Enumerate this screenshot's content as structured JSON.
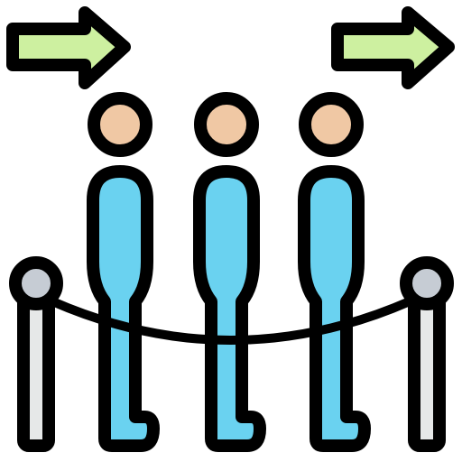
{
  "icon": {
    "name": "queue-line-icon",
    "colors": {
      "outline": "#000000",
      "arrow_fill": "#cdf0a0",
      "head_fill": "#f0c8a4",
      "body_fill": "#6ad2f0",
      "post_fill": "#e6e8e8",
      "post_cap_fill": "#c6ccd4",
      "background": "#ffffff"
    },
    "arrows": [
      {
        "name": "arrow-right-icon",
        "direction": "right"
      },
      {
        "name": "arrow-right-icon",
        "direction": "right"
      }
    ],
    "people": [
      {
        "name": "person-figure"
      },
      {
        "name": "person-figure"
      },
      {
        "name": "person-figure"
      }
    ],
    "stanchions": [
      {
        "name": "stanchion-post"
      },
      {
        "name": "stanchion-post"
      }
    ],
    "rope": {
      "name": "barrier-rope"
    }
  }
}
